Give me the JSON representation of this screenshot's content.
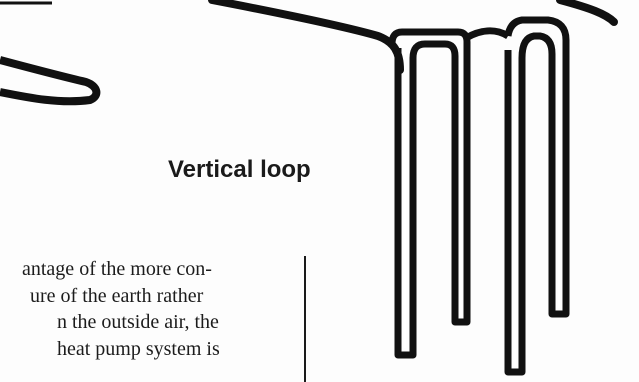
{
  "diagram": {
    "label": "Vertical loop",
    "stroke_color": "#111111"
  },
  "text_block": {
    "lines": [
      "antage of the more con-",
      "ure of the earth rather",
      "n the outside air, the",
      "heat pump system is"
    ]
  }
}
